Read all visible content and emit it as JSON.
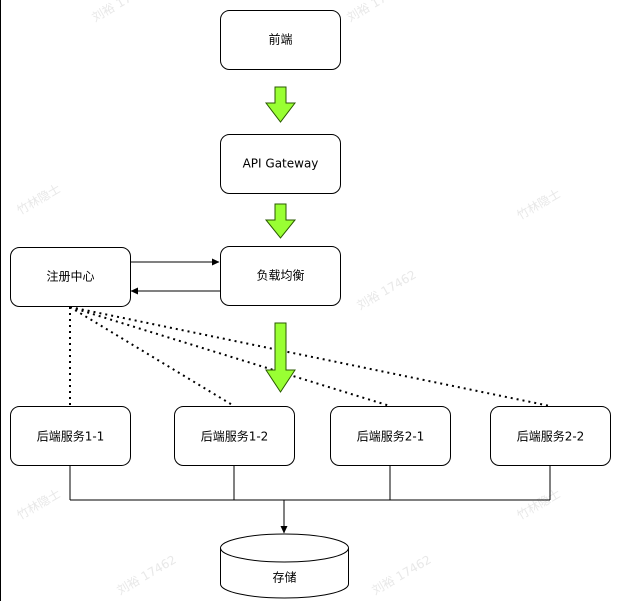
{
  "nodes": {
    "frontend": "前端",
    "gateway": "API Gateway",
    "registry": "注册中心",
    "load_balancer": "负载均衡",
    "service_1_1": "后端服务1-1",
    "service_1_2": "后端服务1-2",
    "service_2_1": "后端服务2-1",
    "service_2_2": "后端服务2-2",
    "storage": "存储"
  },
  "colors": {
    "flow_arrow": "#99ff33",
    "flow_arrow_stroke": "#2a5a00",
    "border": "#000000"
  }
}
